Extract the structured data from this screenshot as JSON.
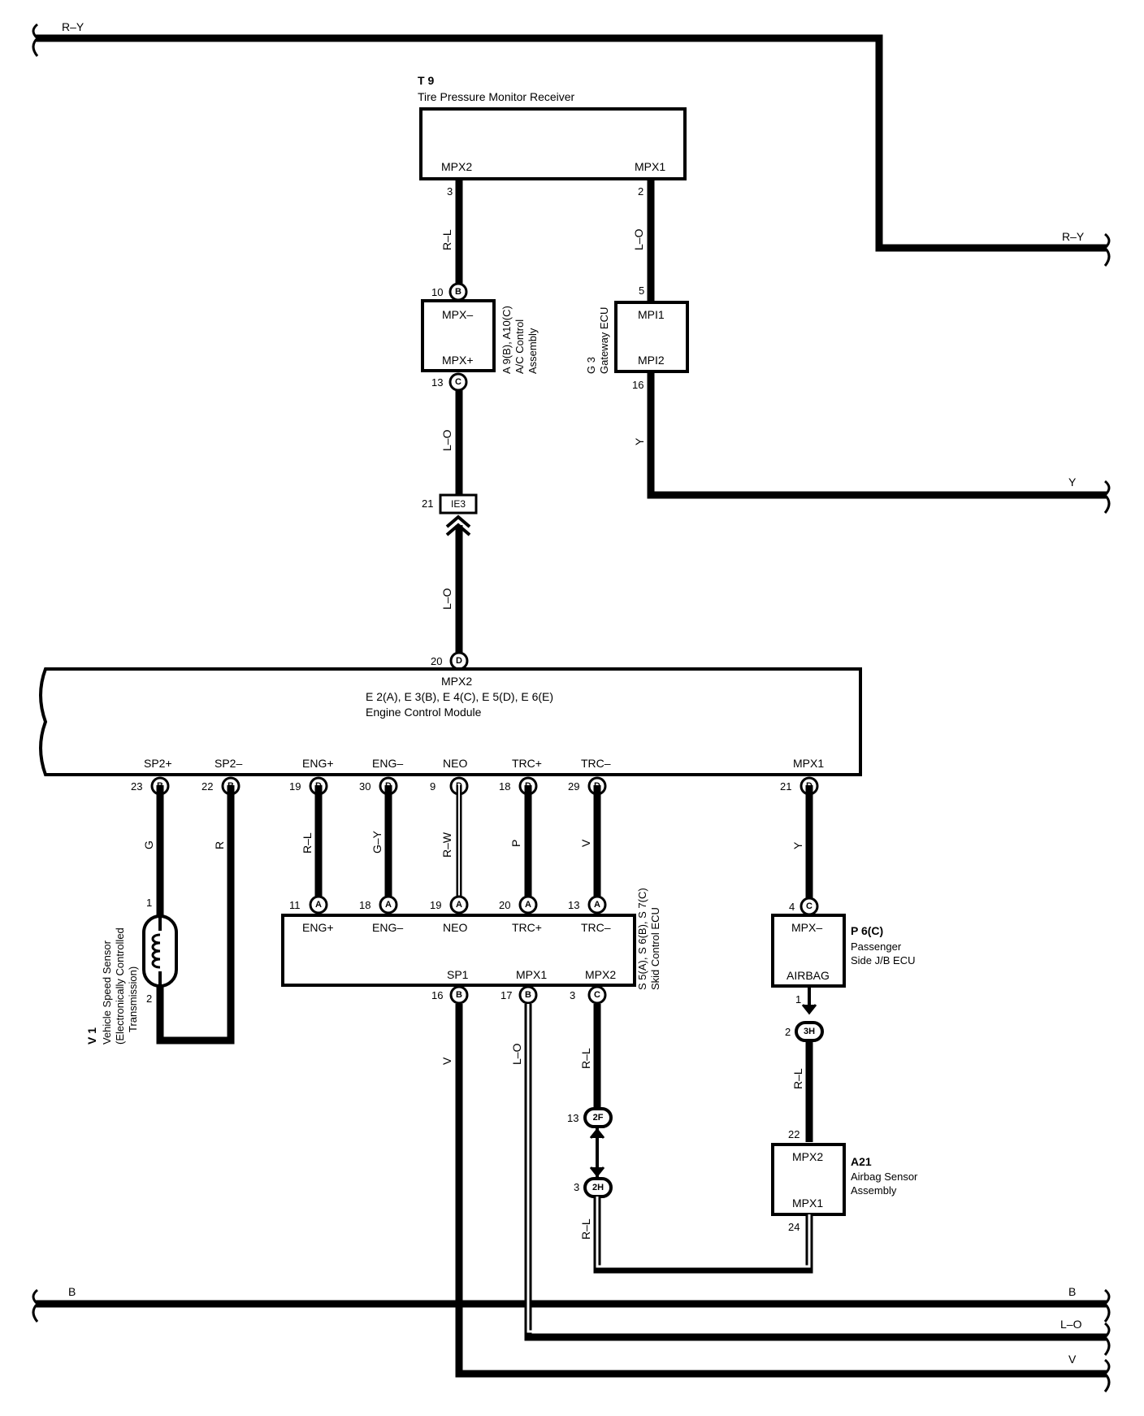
{
  "wires": {
    "top_left": "R–Y",
    "top_right": "R–Y",
    "gateway_right": "Y",
    "bottom_b_left": "B",
    "bottom_b_right": "B",
    "bottom_lo_right": "L–O",
    "bottom_v_right": "V",
    "t9_mpx2": "R–L",
    "t9_mpx1": "L–O",
    "ac_to_ie3": "L–O",
    "ie3_to_ecm": "L–O",
    "g3_mpi2": "Y",
    "sp2p": "G",
    "sp2m": "R",
    "engp": "R–L",
    "engm": "G–Y",
    "neo": "R–W",
    "trcp": "P",
    "trcm": "V",
    "mpx1_ecm": "Y",
    "sp1": "V",
    "skid_mpx1": "L–O",
    "skid_mpx2": "R–L",
    "p6_airbag": "R–L",
    "jct_2h": "R–L"
  },
  "t9": {
    "id": "T 9",
    "name": "Tire Pressure Monitor Receiver",
    "mpx2": "MPX2",
    "mpx1": "MPX1",
    "pin_mpx2": "3",
    "pin_mpx1": "2"
  },
  "ac": {
    "id": "A 9(B), A10(C)",
    "name1": "A/C Control",
    "name2": "Assembly",
    "mpxm": "MPX–",
    "mpxp": "MPX+",
    "pin_top": "10",
    "conn_top": "B",
    "pin_bot": "13",
    "conn_bot": "C"
  },
  "g3": {
    "id": "G 3",
    "name": "Gateway ECU",
    "mpi1": "MPI1",
    "mpi2": "MPI2",
    "pin_top": "5",
    "pin_bot": "16"
  },
  "ie3": {
    "pin": "21",
    "label": "IE3"
  },
  "ecm": {
    "top_pin": "20",
    "top_conn": "D",
    "mpx2": "MPX2",
    "ids": "E 2(A), E 3(B), E 4(C), E 5(D), E 6(E)",
    "name": "Engine Control Module",
    "terms": [
      {
        "label": "SP2+",
        "pin": "23",
        "conn": "B"
      },
      {
        "label": "SP2–",
        "pin": "22",
        "conn": "B"
      },
      {
        "label": "ENG+",
        "pin": "19",
        "conn": "D"
      },
      {
        "label": "ENG–",
        "pin": "30",
        "conn": "D"
      },
      {
        "label": "NEO",
        "pin": "9",
        "conn": "D"
      },
      {
        "label": "TRC+",
        "pin": "18",
        "conn": "D"
      },
      {
        "label": "TRC–",
        "pin": "29",
        "conn": "D"
      },
      {
        "label": "MPX1",
        "pin": "21",
        "conn": "D"
      }
    ]
  },
  "skid": {
    "id": "S 5(A), S 6(B), S 7(C)",
    "name": "Skid Control ECU",
    "top": [
      {
        "label": "ENG+",
        "pin": "11",
        "conn": "A"
      },
      {
        "label": "ENG–",
        "pin": "18",
        "conn": "A"
      },
      {
        "label": "NEO",
        "pin": "19",
        "conn": "A"
      },
      {
        "label": "TRC+",
        "pin": "20",
        "conn": "A"
      },
      {
        "label": "TRC–",
        "pin": "13",
        "conn": "A"
      }
    ],
    "bottom": [
      {
        "label": "SP1",
        "pin": "16",
        "conn": "B"
      },
      {
        "label": "MPX1",
        "pin": "17",
        "conn": "B"
      },
      {
        "label": "MPX2",
        "pin": "3",
        "conn": "C"
      }
    ]
  },
  "v1": {
    "id": "V 1",
    "name1": "Vehicle Speed Sensor",
    "name2": "(Electronically Controlled",
    "name3": "Transmission)",
    "pin1": "1",
    "pin2": "2"
  },
  "p6": {
    "id": "P 6(C)",
    "name1": "Passenger",
    "name2": "Side J/B ECU",
    "mpxm": "MPX–",
    "airbag": "AIRBAG",
    "pin_top": "4",
    "conn_top": "C",
    "pin_bot": "1"
  },
  "j3h": {
    "pin": "2",
    "label": "3H"
  },
  "j2f": {
    "pin": "13",
    "label": "2F"
  },
  "j2h": {
    "pin": "3",
    "label": "2H"
  },
  "a21": {
    "id": "A21",
    "name1": "Airbag Sensor",
    "name2": "Assembly",
    "mpx2": "MPX2",
    "mpx1": "MPX1",
    "pin_top": "22",
    "pin_bot": "24"
  }
}
